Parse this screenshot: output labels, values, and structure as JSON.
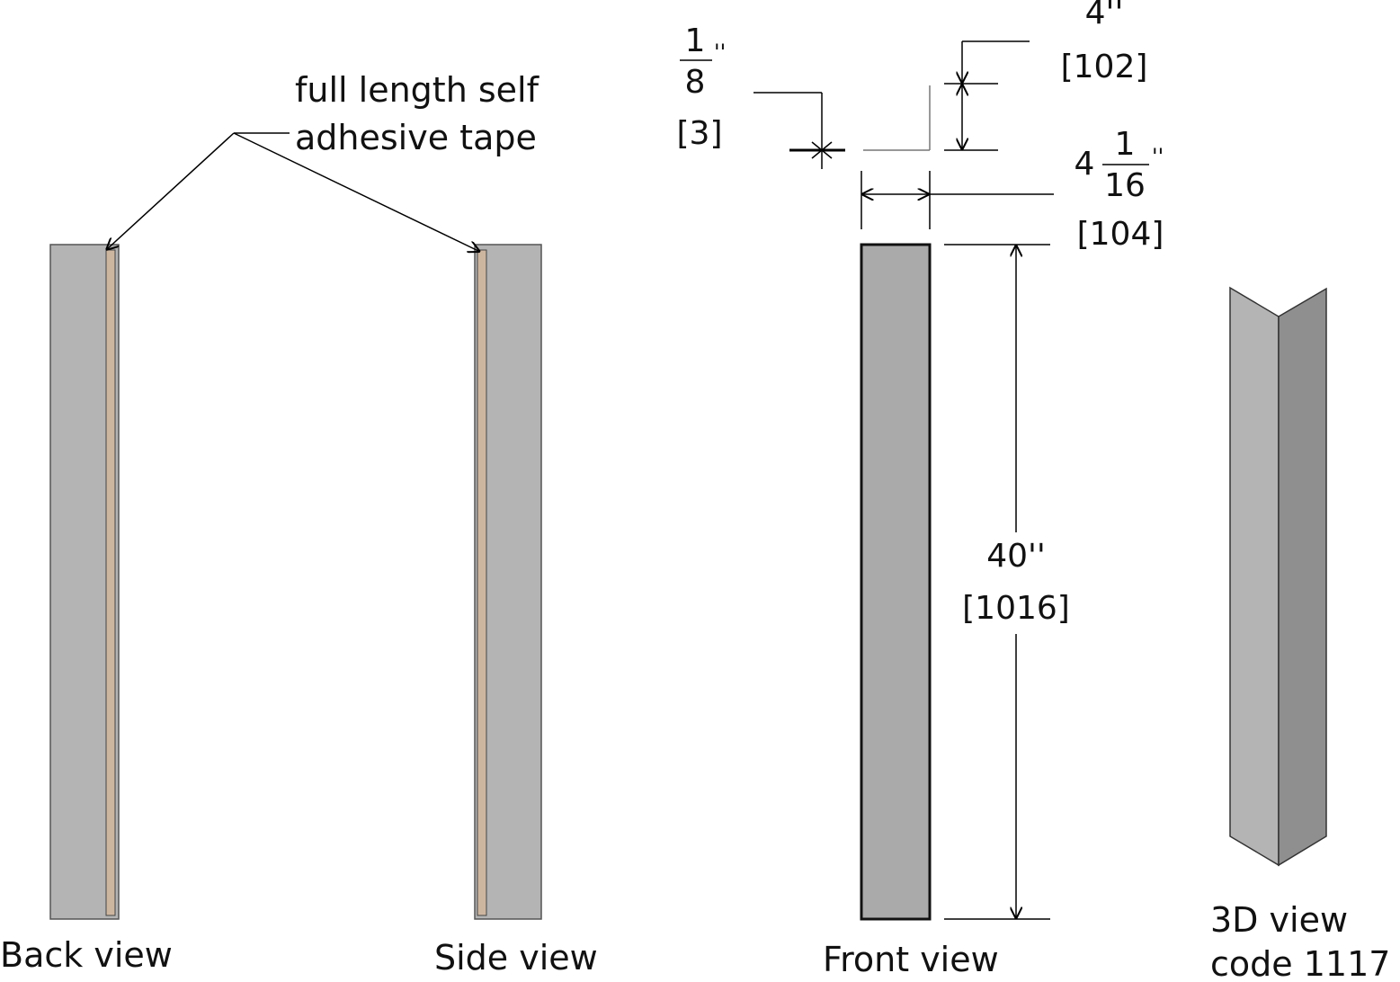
{
  "annotation": {
    "tape_line1": "full length self",
    "tape_line2": "adhesive tape"
  },
  "views": {
    "back": "Back view",
    "side": "Side view",
    "front": "Front view",
    "three_d": "3D view",
    "code": "code 1117"
  },
  "dimensions": {
    "thickness_num": "1",
    "thickness_den": "8",
    "thickness_unit": "''",
    "thickness_mm": "[3]",
    "leg_in": "4''",
    "leg_mm": "[102]",
    "width_whole": "4",
    "width_num": "1",
    "width_den": "16",
    "width_unit": "''",
    "width_mm": "[104]",
    "length_in": "40''",
    "length_mm": "[1016]"
  },
  "colors": {
    "panel": "#b4b4b4",
    "panel_front": "#aaaaaa",
    "panel_dark": "#8f8f8f",
    "tape": "#cdb6a0"
  }
}
